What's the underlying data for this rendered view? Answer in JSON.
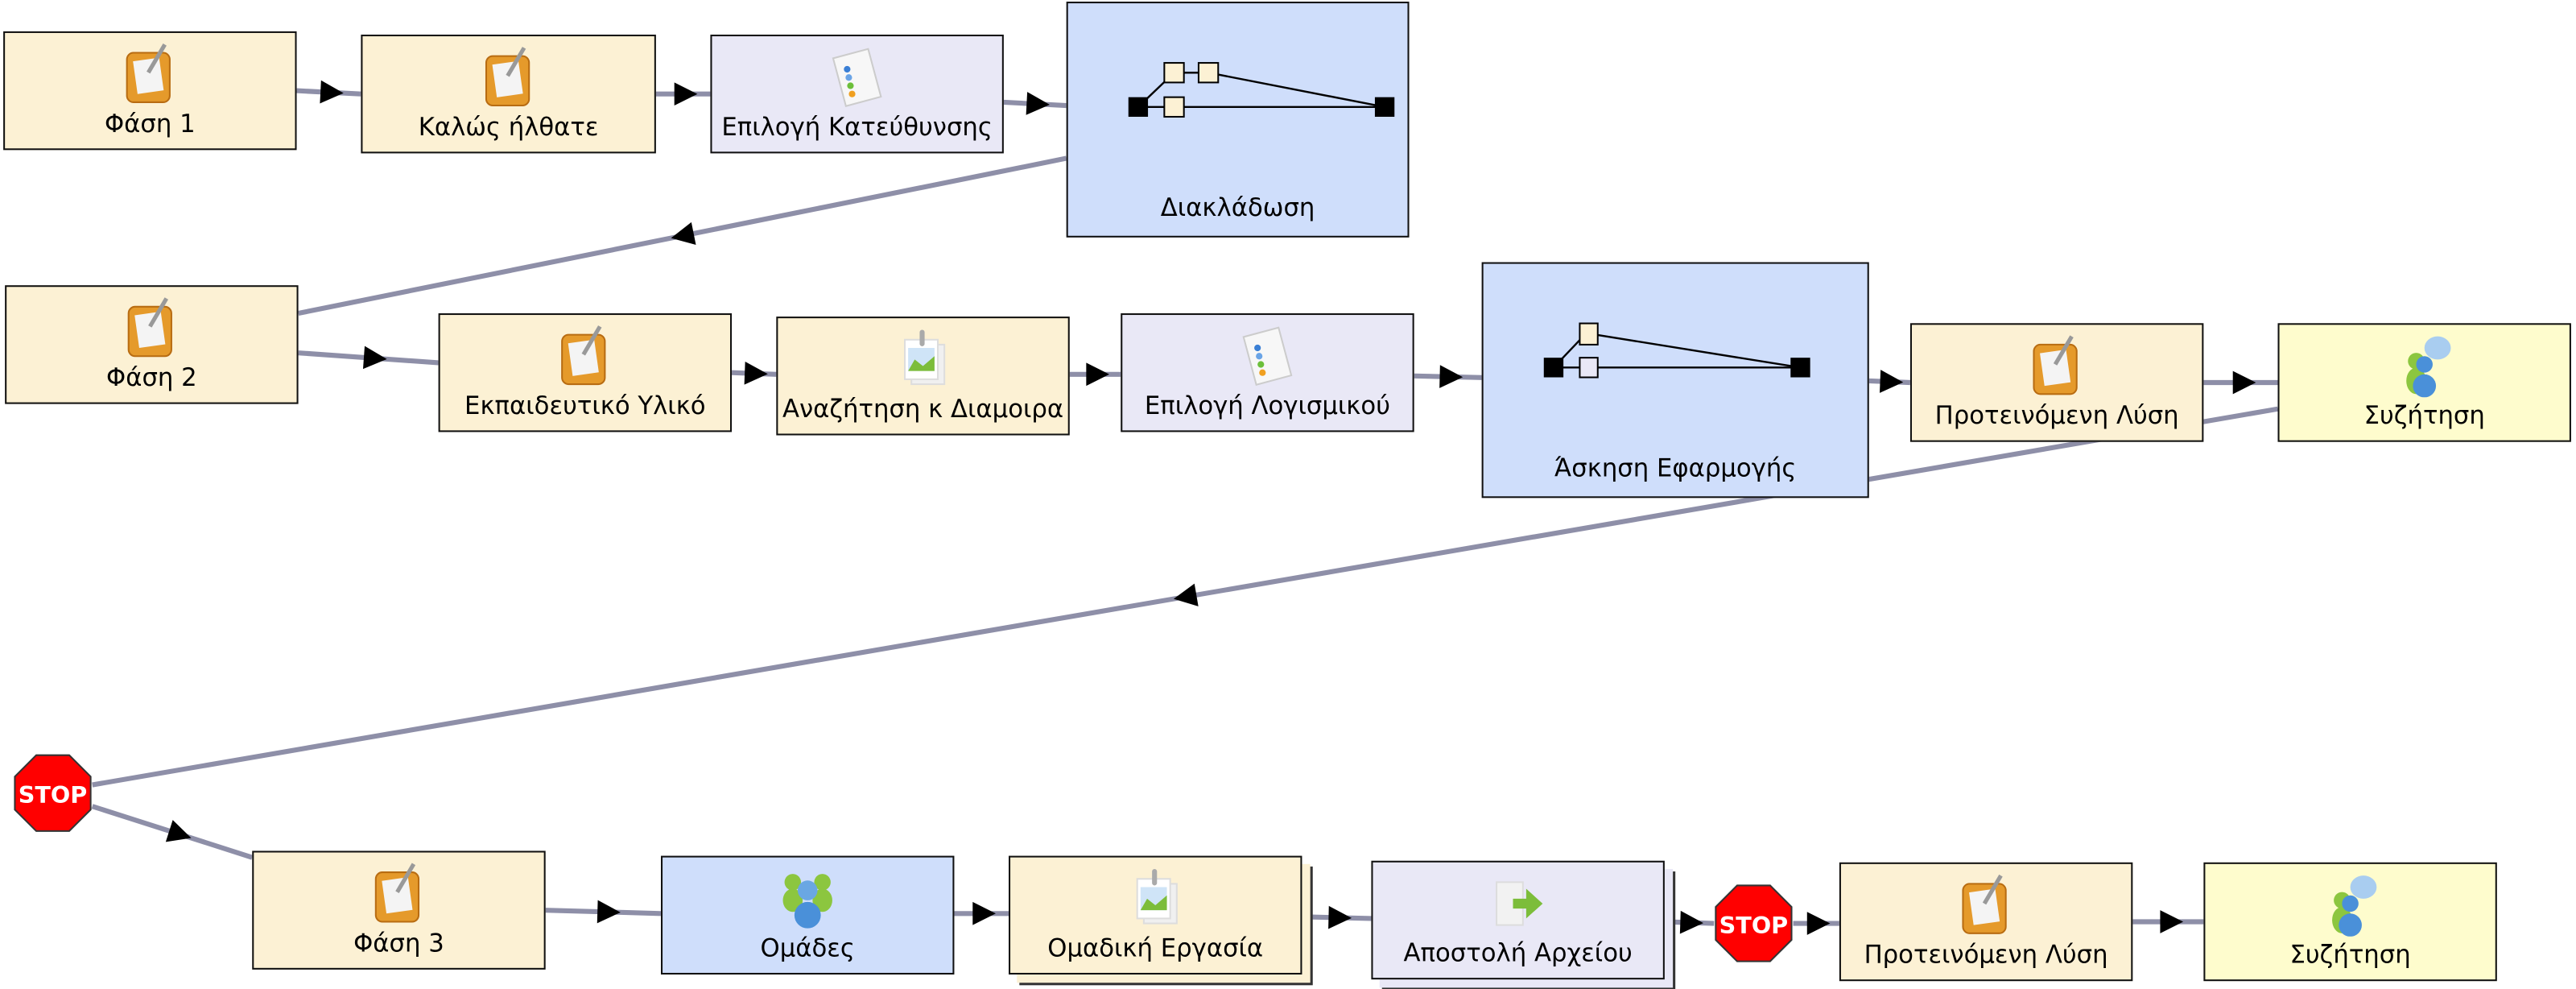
{
  "colors": {
    "activity_fill": "#fcf1d4",
    "choice_fill": "#e9e8f6",
    "group_fill": "#cfdefb",
    "discussion_fill": "#fefccd",
    "connector": "#8e8fa8",
    "stop_red": "#ff0000"
  },
  "nodes": [
    {
      "id": "n1",
      "label": "Φάση 1",
      "kind": "activity",
      "icon": "notebook-icon"
    },
    {
      "id": "n2",
      "label": "Καλώς ήλθατε",
      "kind": "activity",
      "icon": "notebook-icon"
    },
    {
      "id": "n3",
      "label": "Επιλογή Κατεύθυνσης",
      "kind": "choice",
      "icon": "checklist-icon"
    },
    {
      "id": "n4",
      "label": "Διακλάδωση",
      "kind": "branch",
      "icon": "branching-icon"
    },
    {
      "id": "n5",
      "label": "Φάση 2",
      "kind": "activity",
      "icon": "notebook-icon"
    },
    {
      "id": "n6",
      "label": "Εκπαιδευτικό Υλικό",
      "kind": "activity",
      "icon": "notebook-icon"
    },
    {
      "id": "n7",
      "label": "Αναζήτηση κ Διαμοιρα",
      "kind": "activity",
      "icon": "image-share-icon"
    },
    {
      "id": "n8",
      "label": "Επιλογή Λογισμικού",
      "kind": "choice",
      "icon": "checklist-icon"
    },
    {
      "id": "n9",
      "label": "Άσκηση Εφαρμογής",
      "kind": "branch",
      "icon": "branching-icon"
    },
    {
      "id": "n10",
      "label": "Προτεινόμενη Λύση",
      "kind": "activity",
      "icon": "notebook-icon"
    },
    {
      "id": "n11",
      "label": "Συζήτηση",
      "kind": "discussion",
      "icon": "chat-users-icon"
    },
    {
      "id": "n12",
      "label": "STOP",
      "kind": "stop",
      "icon": "stop-sign-icon"
    },
    {
      "id": "n13",
      "label": "Φάση 3",
      "kind": "activity",
      "icon": "notebook-icon"
    },
    {
      "id": "n14",
      "label": "Ομάδες",
      "kind": "group",
      "icon": "users-group-icon"
    },
    {
      "id": "n15",
      "label": "Ομαδική Εργασία",
      "kind": "activity",
      "icon": "image-share-icon"
    },
    {
      "id": "n16",
      "label": "Αποστολή Αρχείου",
      "kind": "choice",
      "icon": "file-submit-icon"
    },
    {
      "id": "n17",
      "label": "STOP",
      "kind": "stop",
      "icon": "stop-sign-icon"
    },
    {
      "id": "n18",
      "label": "Προτεινόμενη Λύση",
      "kind": "activity",
      "icon": "notebook-icon"
    },
    {
      "id": "n19",
      "label": "Συζήτηση",
      "kind": "discussion",
      "icon": "chat-users-icon"
    }
  ],
  "edges": [
    [
      "n1",
      "n2"
    ],
    [
      "n2",
      "n3"
    ],
    [
      "n3",
      "n4"
    ],
    [
      "n4",
      "n5"
    ],
    [
      "n5",
      "n6"
    ],
    [
      "n6",
      "n7"
    ],
    [
      "n7",
      "n8"
    ],
    [
      "n8",
      "n9"
    ],
    [
      "n9",
      "n10"
    ],
    [
      "n10",
      "n11"
    ],
    [
      "n11",
      "n12"
    ],
    [
      "n12",
      "n13"
    ],
    [
      "n13",
      "n14"
    ],
    [
      "n14",
      "n15"
    ],
    [
      "n15",
      "n16"
    ],
    [
      "n16",
      "n17"
    ],
    [
      "n17",
      "n18"
    ],
    [
      "n18",
      "n19"
    ]
  ]
}
